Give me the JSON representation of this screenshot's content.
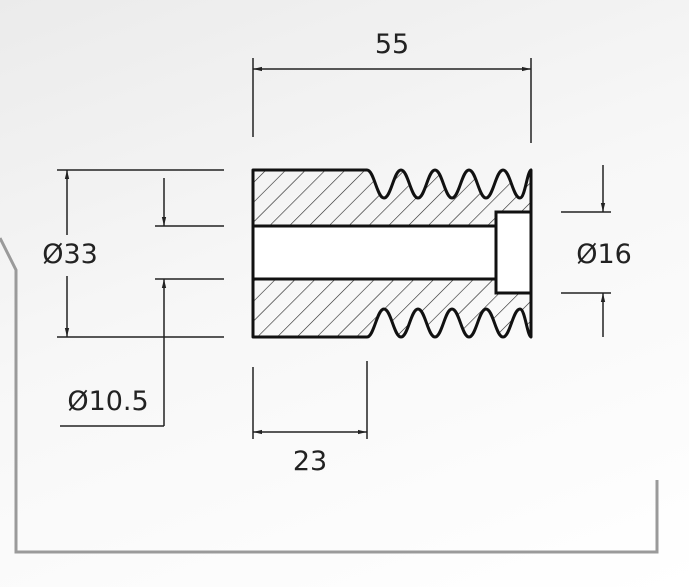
{
  "drawing": {
    "dimensions": {
      "overall_length": "55",
      "outer_diameter": "Ø33",
      "bore_diameter": "Ø10.5",
      "counterbore_diameter": "Ø16",
      "plain_length": "23"
    }
  }
}
